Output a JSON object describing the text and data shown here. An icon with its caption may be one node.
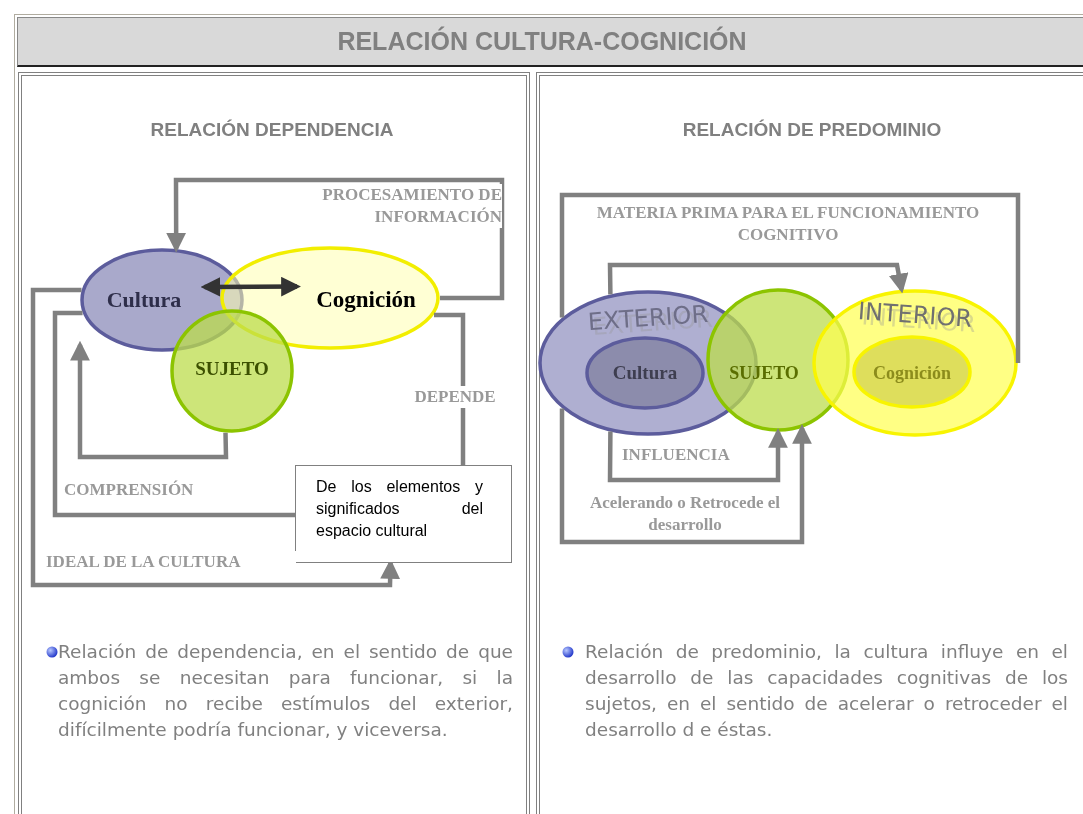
{
  "diagram": {
    "title": "RELACIÓN CULTURA-COGNICIÓN",
    "nodes": [
      {
        "text": [
          "Cultura"
        ]
      },
      {
        "text": [
          "Cognición"
        ]
      },
      {
        "text": [
          "SUJETO"
        ]
      },
      {
        "text": [
          "De los elementos y significados del espacio cultural"
        ]
      },
      {
        "text": [
          "EXTERIOR"
        ]
      },
      {
        "text": [
          "Cultura"
        ],
        "in": 4
      },
      {
        "text": [
          "SUJETO"
        ]
      },
      {
        "text": [
          "INTERIOR"
        ]
      },
      {
        "text": [
          "Cognición"
        ],
        "in": 7
      }
    ],
    "edges": [
      {
        "from": 0,
        "to": 1,
        "arrow": "both",
        "color": "#333333"
      },
      {
        "from": 1,
        "to": 0,
        "arrow": "to",
        "label": "PROCESAMIENTO DE INFORMACIÓN"
      },
      {
        "from": 2,
        "to": 0,
        "arrow": "to"
      },
      {
        "from": 3,
        "to": 0,
        "arrow": "none",
        "label": "COMPRENSIÓN"
      },
      {
        "from": 0,
        "to": 3,
        "arrow": "to",
        "label": "IDEAL DE LA CULTURA"
      },
      {
        "from": 1,
        "to": 3,
        "arrow": "none",
        "label": "DEPENDE"
      },
      {
        "from": 4,
        "to": 7,
        "arrow": "none",
        "label": "MATERIA PRIMA PARA EL FUNCIONAMIENTO COGNITIVO"
      },
      {
        "from": 4,
        "to": 7,
        "arrow": "to"
      },
      {
        "from": 4,
        "to": 6,
        "arrow": "to",
        "label": "INFLUENCIA"
      },
      {
        "from": 4,
        "to": 6,
        "arrow": "to",
        "label": "Acelerando o Retrocede el desarrollo"
      }
    ],
    "labels": [
      "RELACIÓN DEPENDENCIA",
      "RELACIÓN DE PREDOMINIO",
      "Relación de dependencia, en el sentido de que ambos se necesitan para funcionar, si la cognición no recibe estímulos del exterior, difícilmente podría funcionar, y viceversa.",
      "Relación de predominio, la cultura influye en el desarrollo de las capacidades cognitivas de los sujetos, en el sentido de acelerar o retroceder el desarrollo d e éstas."
    ]
  }
}
